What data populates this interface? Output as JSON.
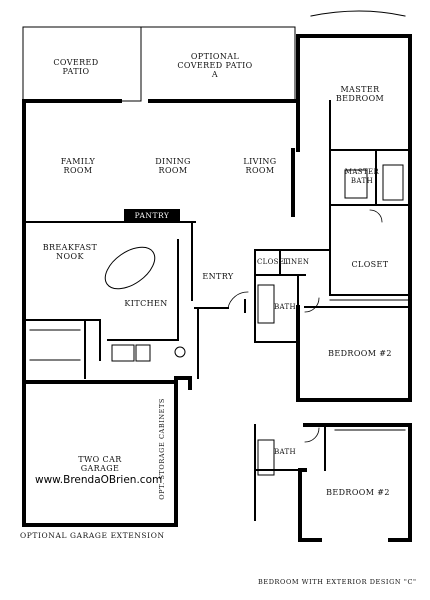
{
  "rooms": {
    "covered_patio": "COVERED\nPATIO",
    "optional_covered_patio": "OPTIONAL\nCOVERED PATIO\nA",
    "master_bedroom": "MASTER\nBEDROOM",
    "family_room": "FAMILY\nROOM",
    "dining_room": "DINING\nROOM",
    "living_room": "LIVING\nROOM",
    "master_bath": "MASTER\nBATH",
    "pantry": "PANTRY",
    "breakfast_nook": "BREAKFAST\nNOOK",
    "closet_1": "CLOSET",
    "linen": "LINEN",
    "closet_master": "CLOSET",
    "entry": "ENTRY",
    "kitchen": "KITCHEN",
    "bath": "BATH",
    "bedroom_2": "BEDROOM #2",
    "two_car_garage": "TWO CAR\nGARAGE",
    "bath_alt": "BATH",
    "bedroom_2_alt": "BEDROOM #2"
  },
  "notes": {
    "storage": "OPT. STORAGE CABINETS",
    "garage_extension": "OPTIONAL GARAGE EXTENSION",
    "exterior_design": "BEDROOM WITH EXTERIOR DESIGN \"C\"",
    "website": "www.BrendaOBrien.com"
  },
  "colors": {
    "wall": "#000000",
    "paper": "#ffffff"
  }
}
